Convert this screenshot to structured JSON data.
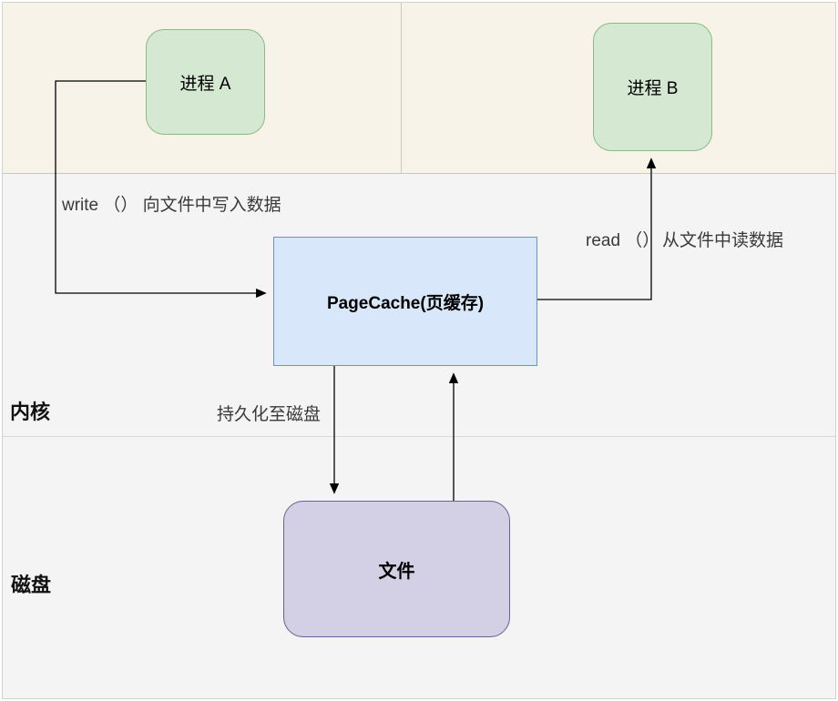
{
  "diagram": {
    "lanes": {
      "kernel": {
        "label": "内核"
      },
      "disk": {
        "label": "磁盘"
      }
    },
    "nodes": {
      "process_a": {
        "label": "进程 A"
      },
      "process_b": {
        "label": "进程 B"
      },
      "page_cache": {
        "label": "PageCache(页缓存)"
      },
      "file": {
        "label": "文件"
      }
    },
    "edge_labels": {
      "write": "write （） 向文件中写入数据",
      "read_call": "read （）",
      "read_desc": "从文件中读数据",
      "persist": "持久化至磁盘"
    },
    "colors": {
      "top_lane_bg": "#f7f3e9",
      "lane_bg": "#f4f4f5",
      "divider": "#c9c9c3",
      "process_fill": "#d5e8d2",
      "process_stroke": "#8cba80",
      "cache_fill": "#d8e7fa",
      "cache_stroke": "#7191c4",
      "file_fill": "#d3cfe4",
      "file_stroke": "#696090",
      "connector": "#000000"
    }
  }
}
